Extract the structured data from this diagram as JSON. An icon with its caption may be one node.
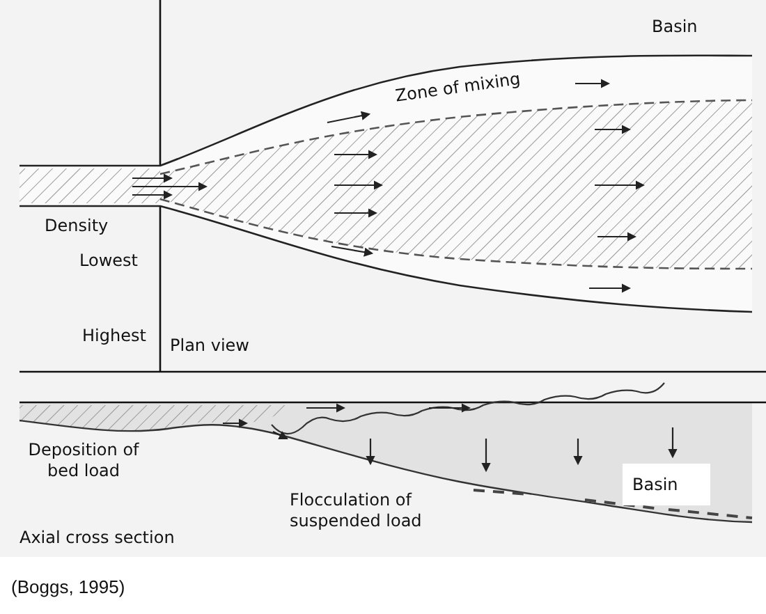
{
  "diagram": {
    "caption": "(Boggs, 1995)",
    "labels": [
      "Basin",
      "Zone of mixing",
      "Density",
      "Lowest",
      "Highest",
      "Plan view",
      "Deposition of bed load",
      "Flocculation of suspended load",
      "Basin",
      "Axial cross section"
    ]
  }
}
